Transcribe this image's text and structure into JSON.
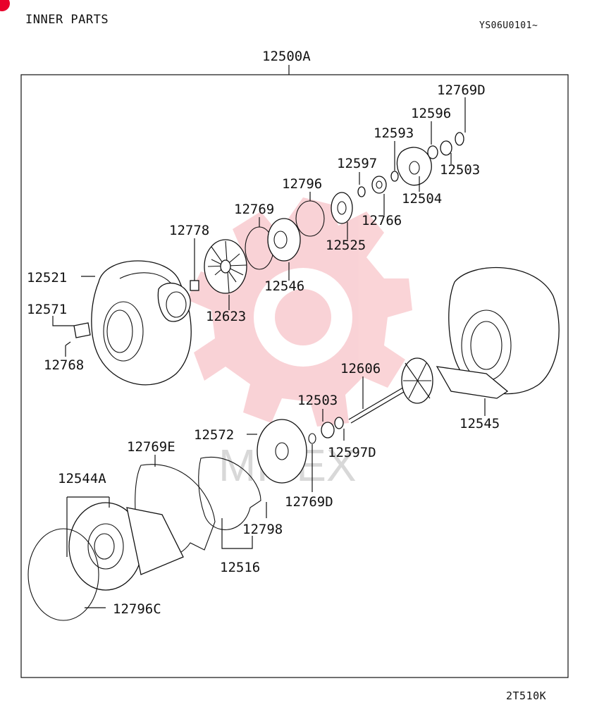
{
  "header": {
    "title": "INNER PARTS",
    "code": "YS06U0101~"
  },
  "footer": {
    "code": "2T510K"
  },
  "assembly": {
    "label": "12500A"
  },
  "watermark": {
    "text": "MITEX"
  },
  "parts": [
    "12769D",
    "12596",
    "12593",
    "12503",
    "12597",
    "12504",
    "12796",
    "12766",
    "12769",
    "12525",
    "12778",
    "12546",
    "12521",
    "12623",
    "12571",
    "12768",
    "12606",
    "12503",
    "12545",
    "12572",
    "12597D",
    "12769E",
    "12769D",
    "12544A",
    "12798",
    "12516",
    "12796C"
  ]
}
